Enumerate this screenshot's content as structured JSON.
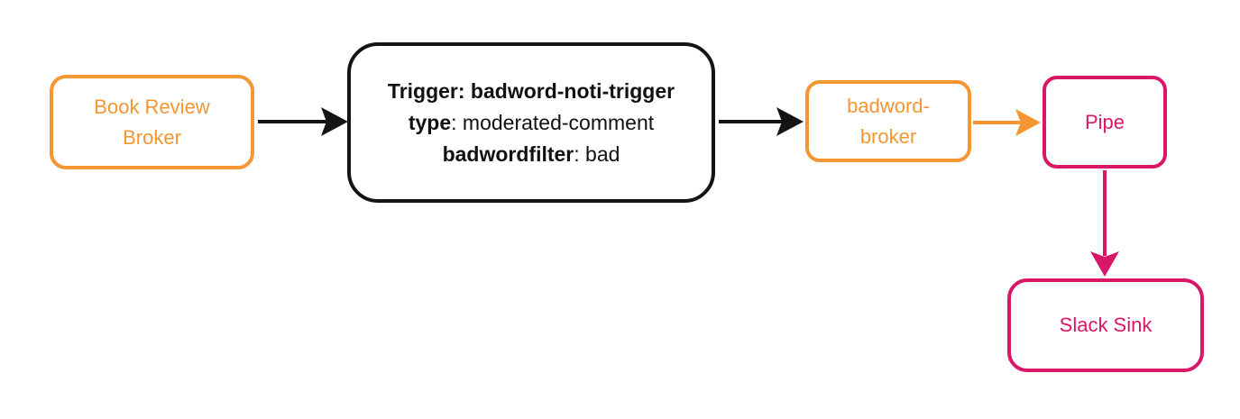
{
  "theme": {
    "orange": "#F49632",
    "pink": "#D91667",
    "ink": "#141414",
    "background": "#ffffff"
  },
  "nodes": {
    "book_review_broker": {
      "line1": "Book Review",
      "line2": "Broker"
    },
    "trigger": {
      "line1": "Trigger: badword-noti-trigger",
      "line2_key": "type",
      "line2_rest": ": moderated-comment",
      "line3_key": "badwordfilter",
      "line3_rest": ": bad"
    },
    "badword_broker": {
      "line1": "badword-",
      "line2": "broker"
    },
    "pipe": {
      "label": "Pipe"
    },
    "slack_sink": {
      "label": "Slack Sink"
    }
  },
  "edges": [
    {
      "from": "book_review_broker",
      "to": "trigger",
      "color": "ink"
    },
    {
      "from": "trigger",
      "to": "badword_broker",
      "color": "ink"
    },
    {
      "from": "badword_broker",
      "to": "pipe",
      "color": "orange"
    },
    {
      "from": "pipe",
      "to": "slack_sink",
      "color": "pink"
    }
  ]
}
